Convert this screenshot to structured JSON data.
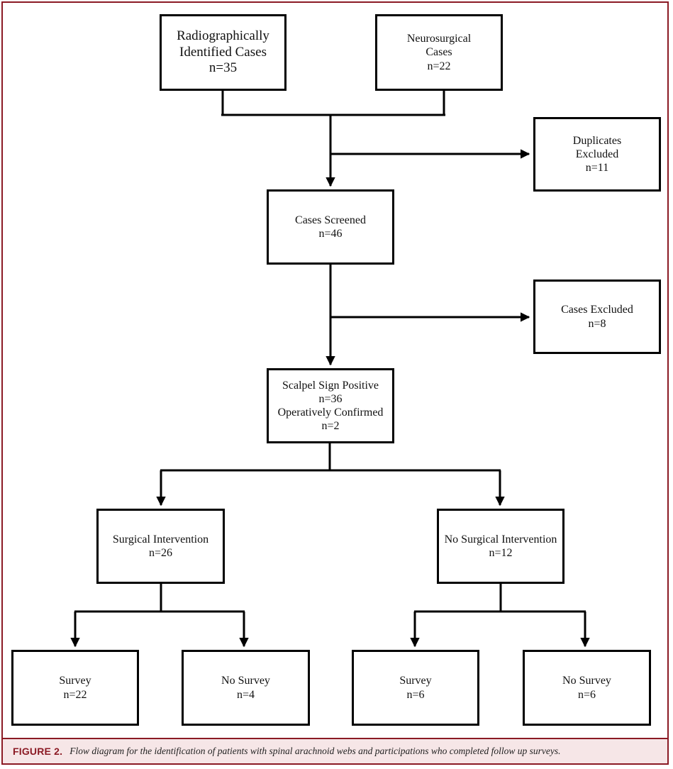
{
  "boxes": {
    "radiographic": [
      "Radiographically",
      "Identified Cases",
      "n=35"
    ],
    "neurosurgical": [
      "Neurosurgical",
      "Cases",
      "n=22"
    ],
    "duplicates": [
      "Duplicates",
      "Excluded",
      "n=11"
    ],
    "screened": [
      "Cases Screened",
      "n=46"
    ],
    "excluded": [
      "Cases Excluded",
      "n=8"
    ],
    "scalpel": [
      "Scalpel Sign Positive",
      "n=36",
      "Operatively Confirmed",
      "n=2"
    ],
    "surgical": [
      "Surgical Intervention",
      "n=26"
    ],
    "no_surgical": [
      "No Surgical Intervention",
      "n=12"
    ],
    "survey_surgical": [
      "Survey",
      "n=22"
    ],
    "no_survey_surgical": [
      "No Survey",
      "n=4"
    ],
    "survey_nonsurgical": [
      "Survey",
      "n=6"
    ],
    "no_survey_nonsurgical": [
      "No Survey",
      "n=6"
    ]
  },
  "caption": {
    "label": "FIGURE 2.",
    "text": "Flow diagram for the identification of patients with spinal arachnoid webs and participations who completed follow up surveys."
  },
  "colors": {
    "frame": "#8b1a24",
    "caption_bg": "#f6e6e7",
    "line": "#000000"
  }
}
